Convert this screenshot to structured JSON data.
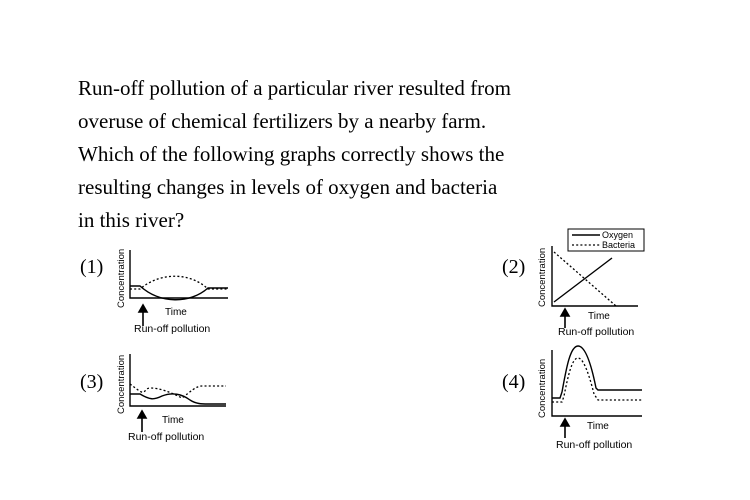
{
  "question": {
    "lines": [
      "Run-off pollution of a particular river resulted from",
      "overuse of chemical fertilizers by a nearby farm.",
      "Which of the following graphs correctly shows the",
      "resulting changes in levels of oxygen and bacteria",
      "in this river?"
    ]
  },
  "options": [
    {
      "number": "(1)",
      "ylabel": "Concentration",
      "xlabel": "Time",
      "event_label": "Run-off pollution"
    },
    {
      "number": "(2)",
      "ylabel": "Concentration",
      "xlabel": "Time",
      "event_label": "Run-off pollution"
    },
    {
      "number": "(3)",
      "ylabel": "Concentration",
      "xlabel": "Time",
      "event_label": "Run-off pollution"
    },
    {
      "number": "(4)",
      "ylabel": "Concentration",
      "xlabel": "Time",
      "event_label": "Run-off pollution"
    }
  ],
  "legend": {
    "oxygen": "Oxygen",
    "bacteria": "Bacteria"
  }
}
